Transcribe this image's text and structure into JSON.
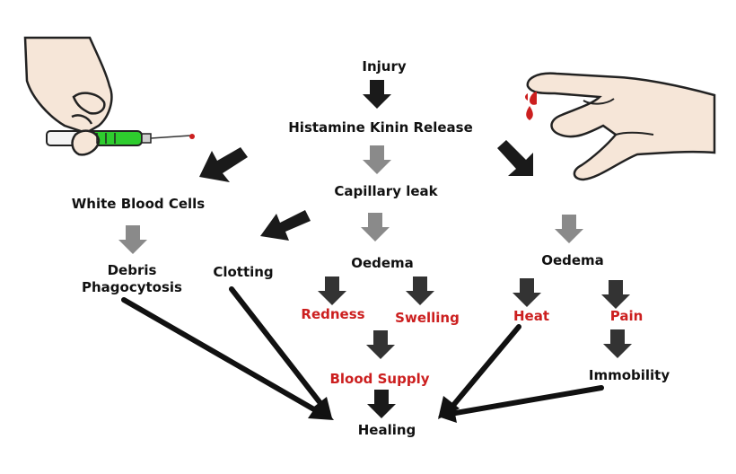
{
  "diagram": {
    "nodes": {
      "injury": "Injury",
      "histamine": "Histamine Kinin Release",
      "capillary": "Capillary leak",
      "wbc": "White Blood Cells",
      "debris_line1": "Debris",
      "debris_line2": "Phagocytosis",
      "clotting": "Clotting",
      "oedema_mid": "Oedema",
      "oedema_right": "Oedema",
      "redness": "Redness",
      "swelling": "Swelling",
      "heat": "Heat",
      "pain": "Pain",
      "blood_supply": "Blood Supply",
      "immobility": "Immobility",
      "healing": "Healing"
    }
  },
  "colors": {
    "text": "#111111",
    "symptom_text": "#cc1f1f",
    "arrow_dark": "#1a1a1a",
    "arrow_grey": "#8a8a8a",
    "syringe_liquid": "#2ecc2e",
    "blood": "#cc1f1f",
    "skin": "#f6e6d8"
  },
  "icons": {
    "left_illustration": "hand-holding-syringe-icon",
    "right_illustration": "bleeding-finger-icon"
  }
}
